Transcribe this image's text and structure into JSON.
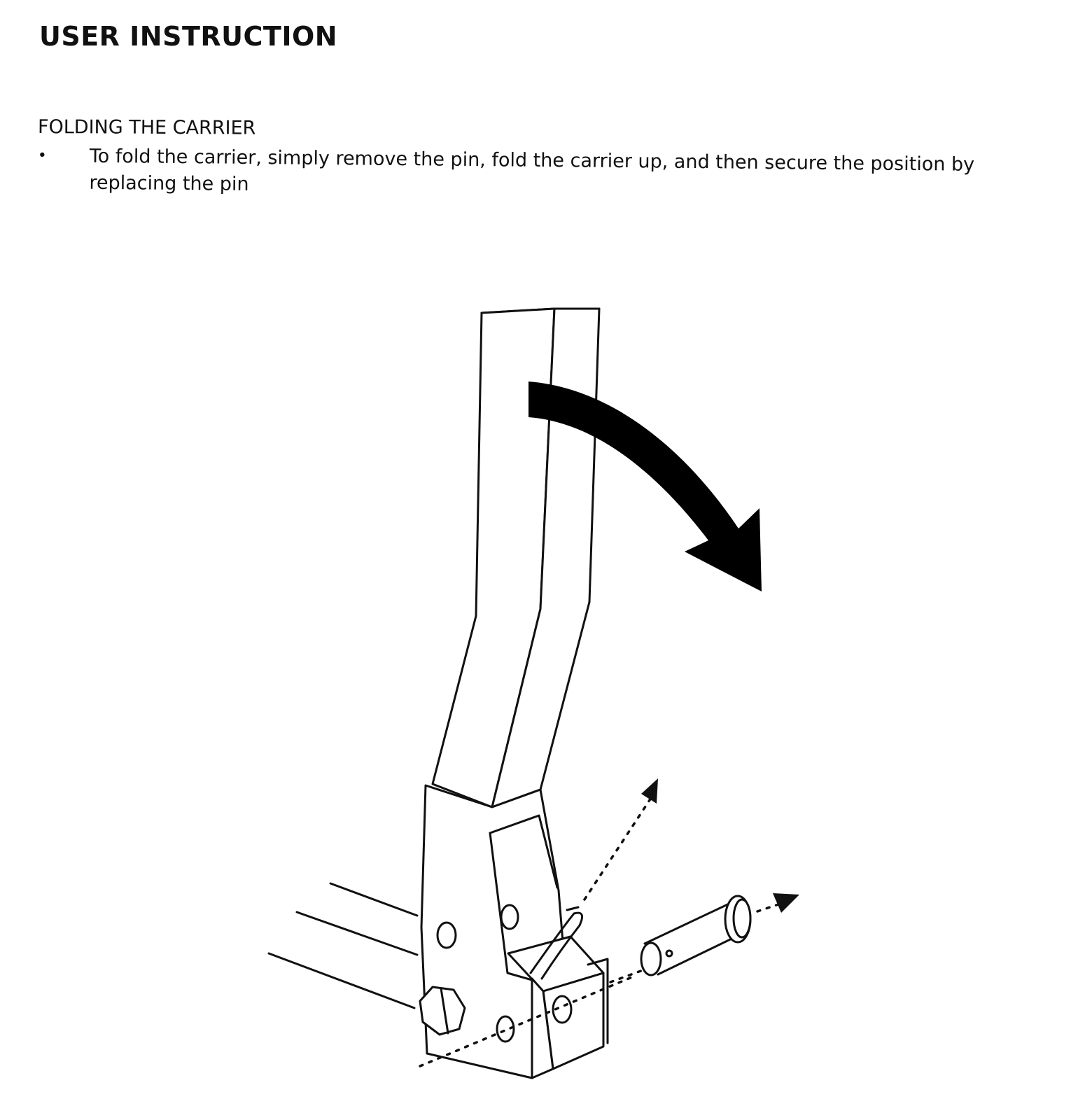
{
  "document": {
    "title": "USER INSTRUCTION",
    "section": {
      "heading": "FOLDING THE CARRIER",
      "bullets": [
        {
          "marker": "•",
          "text": "To fold the carrier, simply remove the pin, fold the carrier up, and then secure the position by replacing the pin"
        }
      ]
    }
  },
  "illustration": {
    "subject": "carrier-fold-diagram",
    "colors": {
      "line": "#111111",
      "fill": "#ffffff",
      "arrow": "#000000"
    }
  }
}
